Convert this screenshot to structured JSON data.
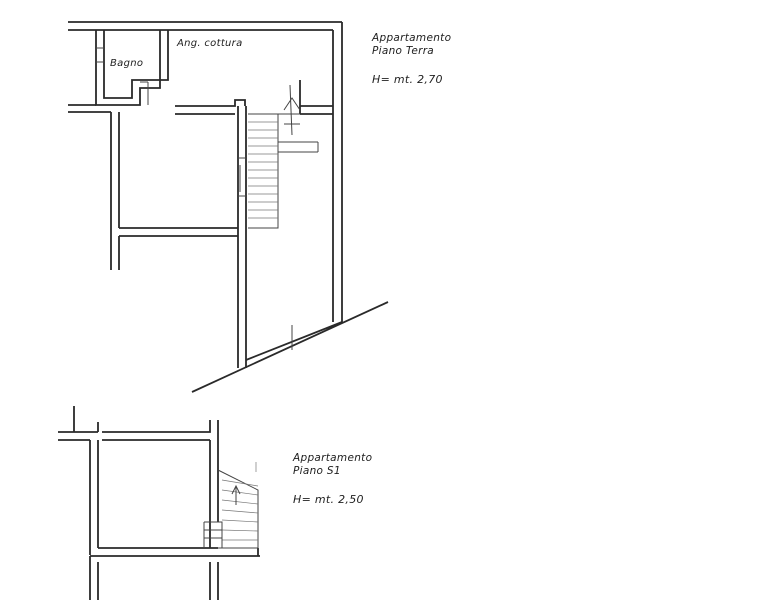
{
  "plans": [
    {
      "title_line1": "Appartamento",
      "title_line2": "Piano Terra",
      "height_note": "H= mt. 2,70",
      "rooms": {
        "bathroom": "Bagno",
        "kitchenette": "Ang. cottura"
      }
    },
    {
      "title_line1": "Appartamento",
      "title_line2": "Piano S1",
      "height_note": "H= mt. 2,50"
    }
  ]
}
